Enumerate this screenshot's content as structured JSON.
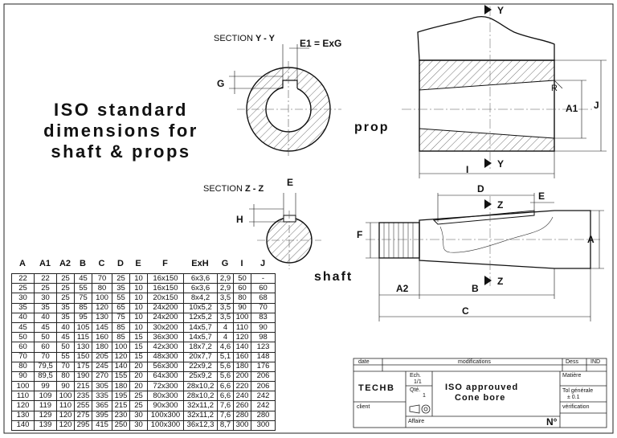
{
  "title_lines": [
    "ISO standard",
    "dimensions for",
    "shaft & props"
  ],
  "labels": {
    "section_yy": "SECTION",
    "section_yy_code": "Y - Y",
    "e1": "E1 = ExG",
    "g": "G",
    "section_zz": "SECTION",
    "section_zz_code": "Z - Z",
    "e_top": "E",
    "h": "H",
    "prop": "prop",
    "shaft": "shaft",
    "y_top": "Y",
    "y_bottom": "Y",
    "r": "R",
    "a1": "A1",
    "j": "J",
    "i": "I",
    "d": "D",
    "e_shaft": "E",
    "z_top": "Z",
    "z_bottom": "Z",
    "f": "F",
    "a": "A",
    "a2": "A2",
    "b": "B",
    "c": "C"
  },
  "table": {
    "headers": [
      "A",
      "A1",
      "A2",
      "B",
      "C",
      "D",
      "E",
      "F",
      "ExH",
      "G",
      "I",
      "J"
    ],
    "rows": [
      [
        "22",
        "22",
        "25",
        "45",
        "70",
        "25",
        "10",
        "16x150",
        "6x3,6",
        "2,9",
        "50",
        "-"
      ],
      [
        "25",
        "25",
        "25",
        "55",
        "80",
        "35",
        "10",
        "16x150",
        "6x3,6",
        "2,9",
        "60",
        "60"
      ],
      [
        "30",
        "30",
        "25",
        "75",
        "100",
        "55",
        "10",
        "20x150",
        "8x4,2",
        "3,5",
        "80",
        "68"
      ],
      [
        "35",
        "35",
        "35",
        "85",
        "120",
        "65",
        "10",
        "24x200",
        "10x5,2",
        "3,5",
        "90",
        "70"
      ],
      [
        "40",
        "40",
        "35",
        "95",
        "130",
        "75",
        "10",
        "24x200",
        "12x5,2",
        "3,5",
        "100",
        "83"
      ],
      [
        "45",
        "45",
        "40",
        "105",
        "145",
        "85",
        "10",
        "30x200",
        "14x5,7",
        "4",
        "110",
        "90"
      ],
      [
        "50",
        "50",
        "45",
        "115",
        "160",
        "85",
        "15",
        "36x300",
        "14x5,7",
        "4",
        "120",
        "98"
      ],
      [
        "60",
        "60",
        "50",
        "130",
        "180",
        "100",
        "15",
        "42x300",
        "18x7,2",
        "4,6",
        "140",
        "123"
      ],
      [
        "70",
        "70",
        "55",
        "150",
        "205",
        "120",
        "15",
        "48x300",
        "20x7,7",
        "5,1",
        "160",
        "148"
      ],
      [
        "80",
        "79,5",
        "70",
        "175",
        "245",
        "140",
        "20",
        "56x300",
        "22x9,2",
        "5,6",
        "180",
        "176"
      ],
      [
        "90",
        "89,5",
        "80",
        "190",
        "270",
        "155",
        "20",
        "64x300",
        "25x9,2",
        "5,6",
        "200",
        "206"
      ],
      [
        "100",
        "99",
        "90",
        "215",
        "305",
        "180",
        "20",
        "72x300",
        "28x10,2",
        "6,6",
        "220",
        "206"
      ],
      [
        "110",
        "109",
        "100",
        "235",
        "335",
        "195",
        "25",
        "80x300",
        "28x10,2",
        "6,6",
        "240",
        "242"
      ],
      [
        "120",
        "119",
        "110",
        "255",
        "365",
        "215",
        "25",
        "90x300",
        "32x11,2",
        "7,6",
        "260",
        "242"
      ],
      [
        "130",
        "129",
        "120",
        "275",
        "395",
        "230",
        "30",
        "100x300",
        "32x11,2",
        "7,6",
        "280",
        "280"
      ],
      [
        "140",
        "139",
        "120",
        "295",
        "415",
        "250",
        "30",
        "100x300",
        "36x12,3",
        "8,7",
        "300",
        "300"
      ]
    ]
  },
  "title_block": {
    "date": "date",
    "modifications": "modifications",
    "dess": "Dess",
    "ind": "IND",
    "company": "TECHB",
    "ech": "Ech.",
    "ech_value": "1/1",
    "qte": "Qté.",
    "qte_value": "1",
    "drawing_title_1": "ISO approuved",
    "drawing_title_2": "Cone bore",
    "matiere": "Matière",
    "tol": "Tol générale",
    "tol_value": "± 0.1",
    "verification": "vérification",
    "client": "client",
    "affaire": "Affaire",
    "no": "N°"
  }
}
